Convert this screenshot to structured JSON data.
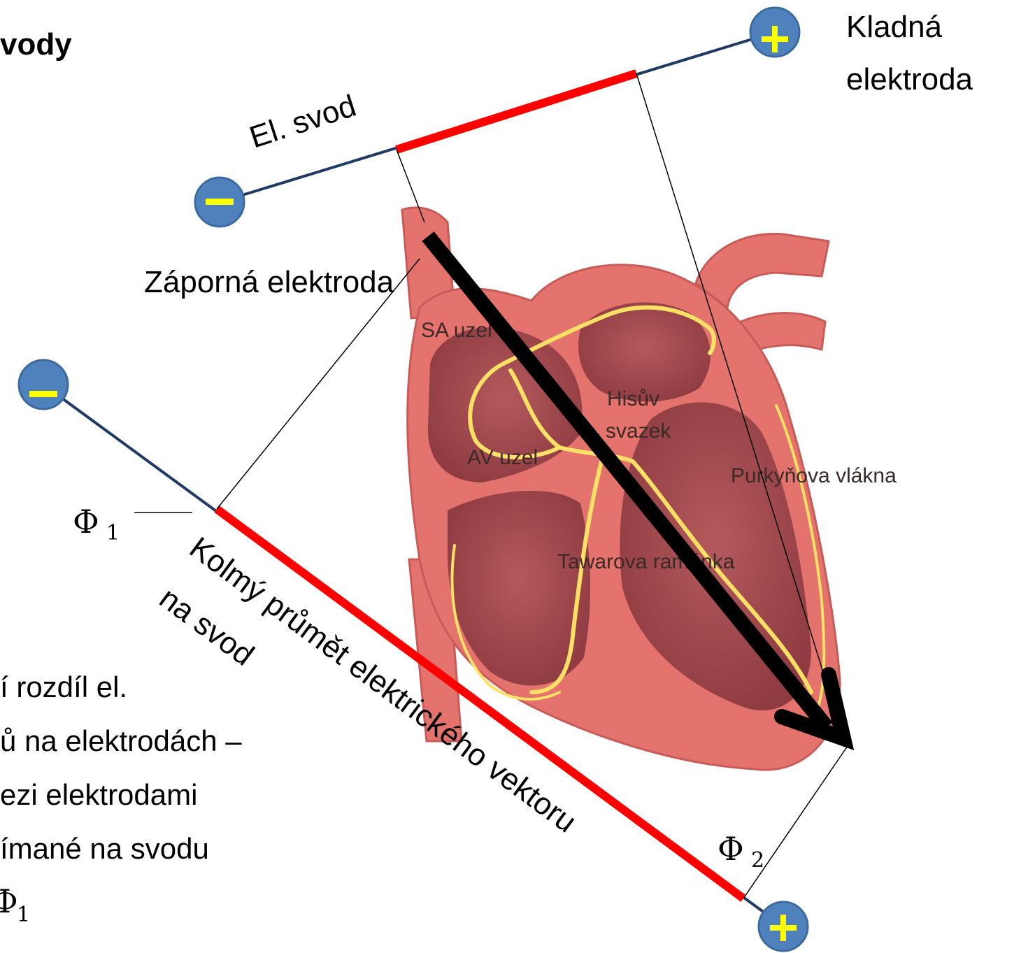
{
  "heading": "vody",
  "labels": {
    "lead": "El. svod",
    "positive_electrode_line1": "Kladná",
    "positive_electrode_line2": "elektroda",
    "negative_electrode": "Záporná elektroda",
    "projection_line1": "Kolmý průmět elektrického vektoru",
    "projection_line2": "na svod",
    "phi1": "Φ",
    "phi1_sub": "1",
    "phi2": "Φ",
    "phi2_sub": "2"
  },
  "body_text": [
    "í rozdíl el.",
    "ů na elektrodách –",
    "ezi elektrodami",
    "ímané na svodu"
  ],
  "body_tail": {
    "symbol": "Φ",
    "sub": "1"
  },
  "heart_labels": {
    "sa": "SA uzel",
    "his_line1": "Hisův",
    "his_line2": "svazek",
    "av": "AV uzel",
    "purkinje": "Purkyňova vlákna",
    "tawara": "Tawarova raménka"
  },
  "electrode_symbols": {
    "plus": "+",
    "minus": "−"
  },
  "colors": {
    "lead_line": "#1f3a64",
    "projection": "#ff0000",
    "electrode_fill": "#4f81bd",
    "electrode_sign": "#ffff00",
    "heart_outer": "#e4736d",
    "heart_inner": "#a3464a",
    "conduction": "#ffe066",
    "vector": "#000000"
  }
}
